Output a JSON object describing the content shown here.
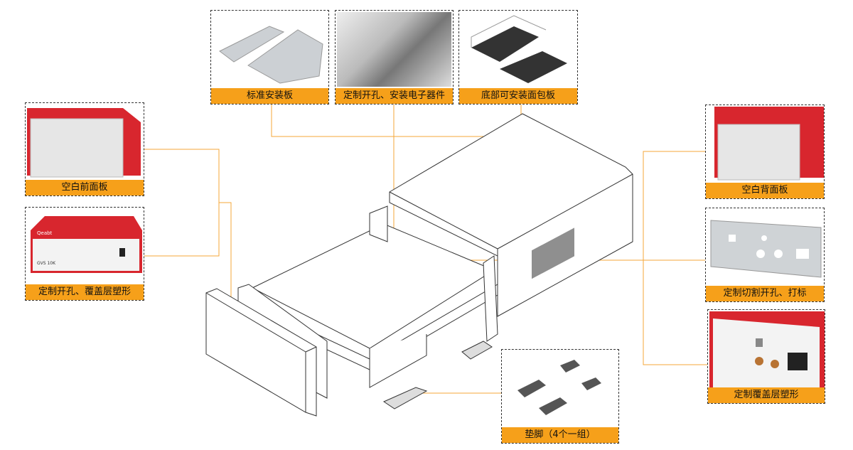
{
  "colors": {
    "accent": "#f6a01a",
    "line": "#f4a73a",
    "device_red": "#d8262e"
  },
  "cards": {
    "standard_plate": "标准安装板",
    "custom_holes_electronics": "定制开孔、安装电子器件",
    "bottom_breadboard": "底部可安装面包板",
    "blank_front_panel": "空白前面板",
    "front_custom_overlay": "定制开孔、覆盖层塑形",
    "blank_back_panel": "空白背面板",
    "custom_cut_marking": "定制切割开孔、打标",
    "custom_overlay": "定制覆盖层塑形",
    "feet": "垫脚（4个一组）"
  },
  "photo_text": {
    "brand": "Qeabt",
    "model": "GVS 10K"
  }
}
